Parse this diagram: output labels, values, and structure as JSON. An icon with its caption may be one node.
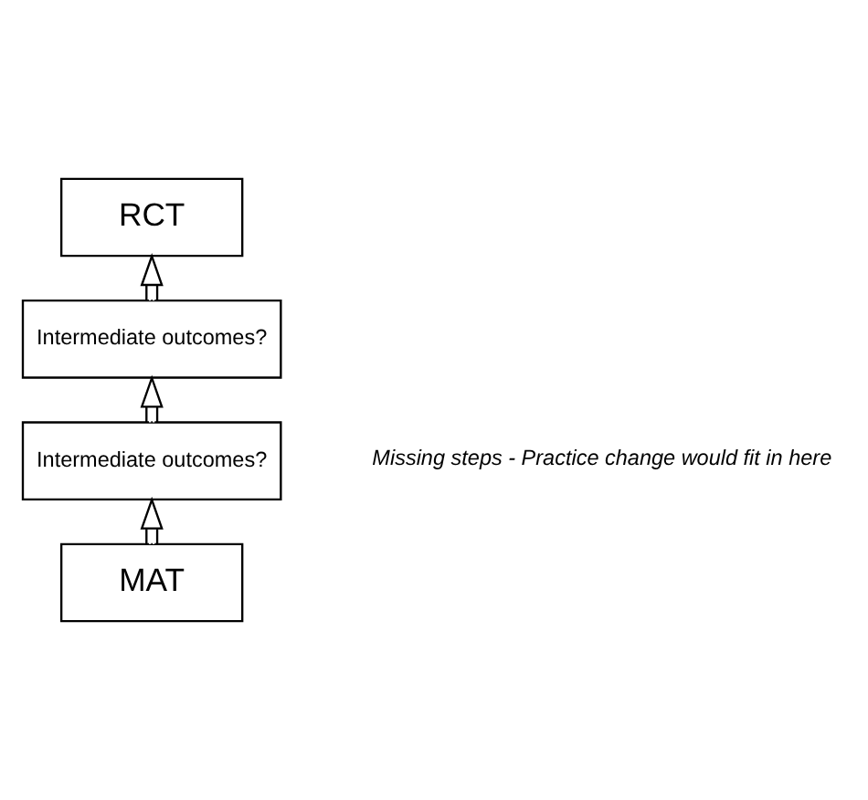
{
  "diagram": {
    "nodes": [
      {
        "text": [
          "RCT"
        ]
      },
      {
        "text": [
          "Intermediate outcomes?"
        ]
      },
      {
        "text": [
          "Intermediate outcomes?"
        ]
      },
      {
        "text": [
          "MAT"
        ]
      }
    ],
    "edges": [
      {
        "from": 3,
        "to": 2,
        "arrow": "to"
      },
      {
        "from": 2,
        "to": 1,
        "arrow": "to"
      },
      {
        "from": 1,
        "to": 0,
        "arrow": "to"
      }
    ],
    "labels": [
      "Missing steps - Practice change would fit in here"
    ]
  }
}
